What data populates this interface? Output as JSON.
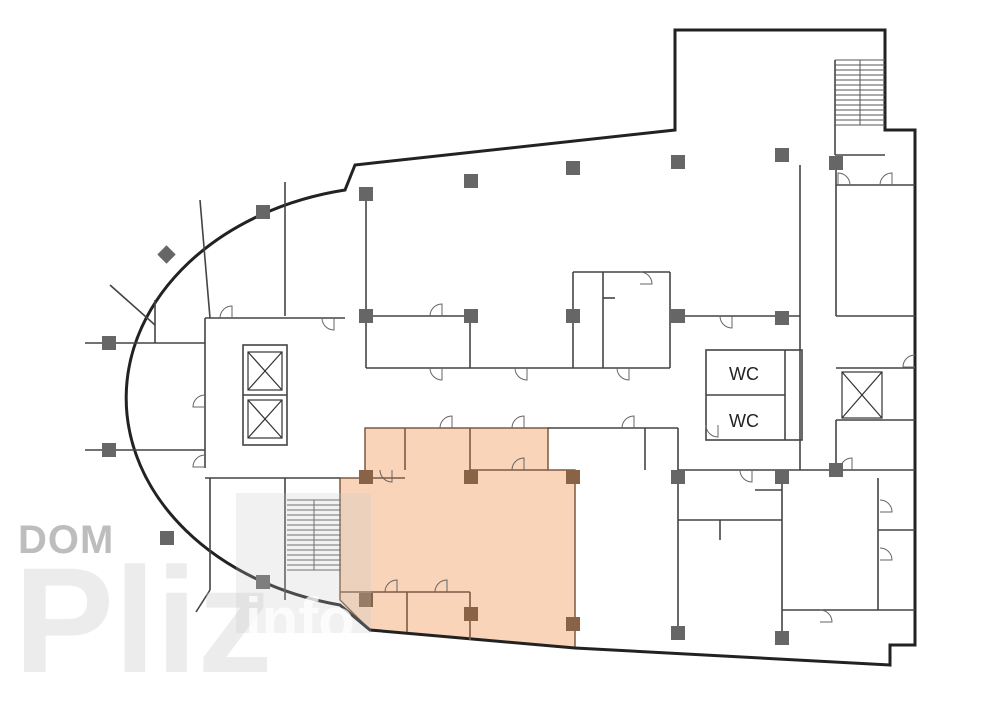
{
  "floor_plan": {
    "rooms": [
      {
        "label": "WC"
      },
      {
        "label": "WC"
      }
    ],
    "colors": {
      "highlight": "#f9d4b8",
      "highlight_wall": "#7a5a44",
      "column": "#666666",
      "wall": "#444444"
    }
  },
  "watermark": {
    "line1": "DOM",
    "line2": "Pliz",
    "line3": "info"
  }
}
